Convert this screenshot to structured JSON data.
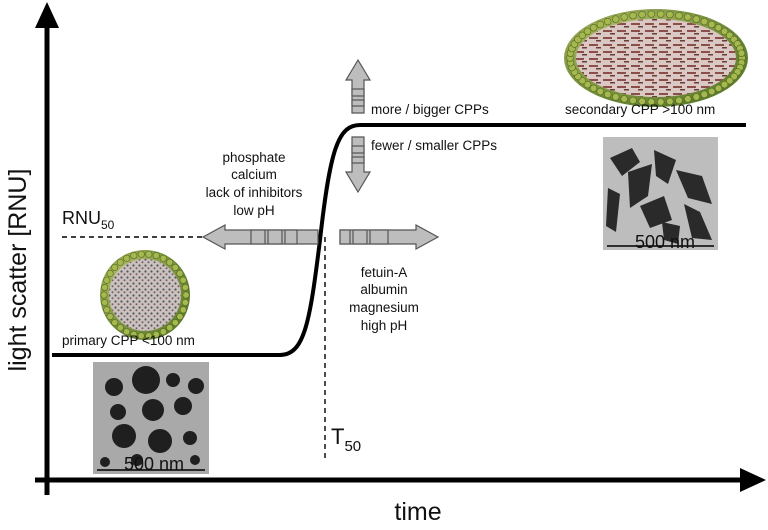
{
  "axes": {
    "y_label": "light scatter [RNU]",
    "x_label": "time"
  },
  "threshold": {
    "rnu_main": "RNU",
    "rnu_sub": "50",
    "t_main": "T",
    "t_sub": "50"
  },
  "promoters": [
    "phosphate",
    "calcium",
    "lack of inhibitors",
    "low pH"
  ],
  "inhibitors": [
    "fetuin-A",
    "albumin",
    "magnesium",
    "high pH"
  ],
  "outcomes": {
    "more": "more / bigger CPPs",
    "fewer": "fewer / smaller CPPs"
  },
  "particles": {
    "primary": "primary CPP <100 nm",
    "secondary": "secondary CPP >100 nm"
  },
  "scale_bars": {
    "primary": "500 nm",
    "secondary": "500 nm"
  },
  "colors": {
    "curve": "#000000",
    "arrow_fill": "#bdbdbd",
    "arrow_stroke": "#555555",
    "particle_outer": "#8aa34a",
    "particle_core": "#b9a7a0",
    "secondary_core": "#b07a70"
  }
}
